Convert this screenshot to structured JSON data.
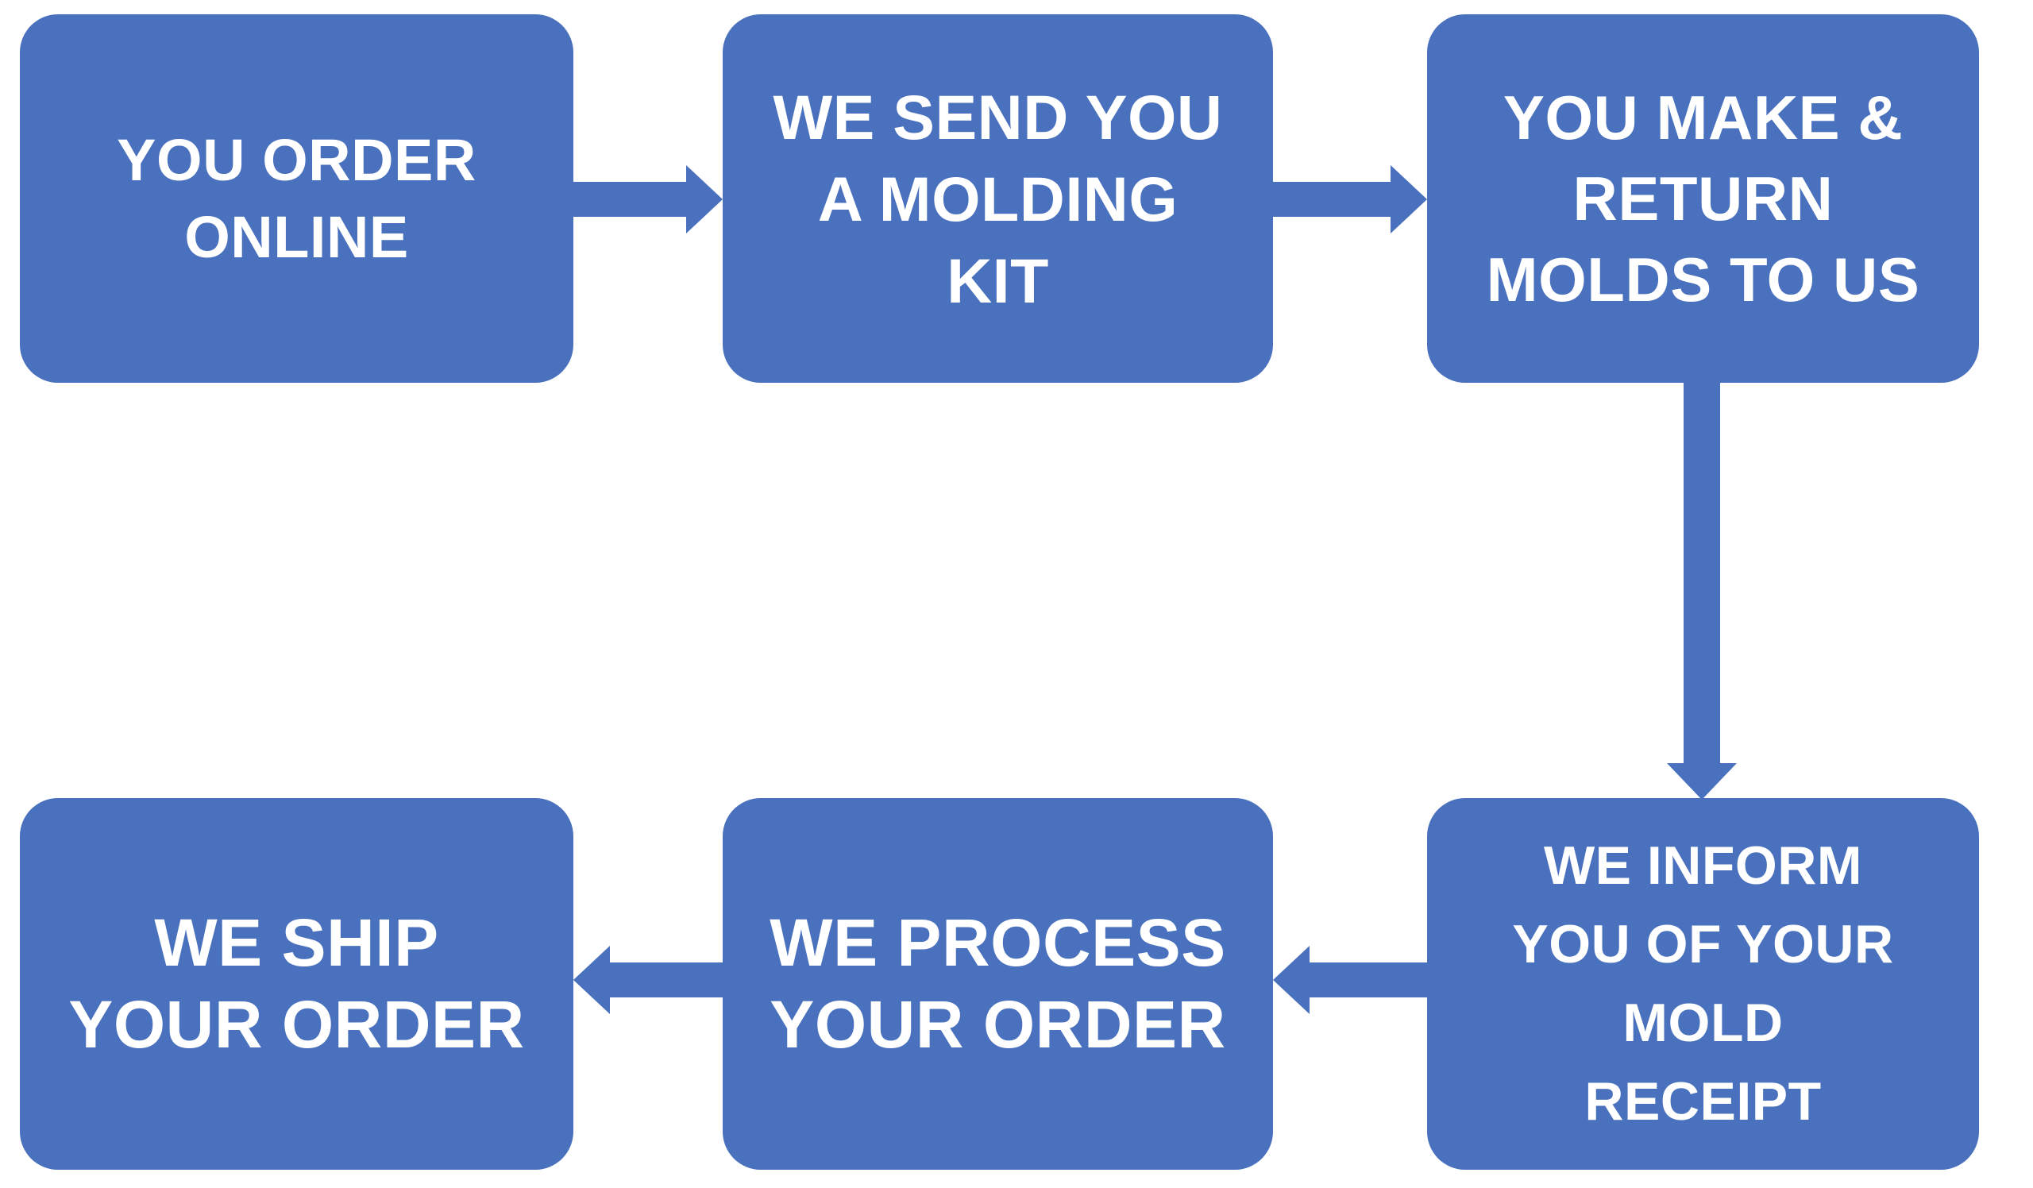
{
  "flowchart": {
    "colors": {
      "node_fill": "#4a71be",
      "node_text": "#ffffff",
      "arrow": "#4a71be",
      "background": "#ffffff"
    },
    "steps": [
      {
        "order": 1,
        "id": "you-order-online",
        "text": "YOU ORDER\nONLINE"
      },
      {
        "order": 2,
        "id": "we-send-you-a-molding-kit",
        "text": "WE SEND YOU\nA MOLDING\nKIT"
      },
      {
        "order": 3,
        "id": "you-make-and-return-molds-to-us",
        "text": "YOU MAKE &\nRETURN\nMOLDS TO US"
      },
      {
        "order": 4,
        "id": "we-inform-you-of-your-mold-receipt",
        "text": "WE INFORM\nYOU OF YOUR\nMOLD\nRECEIPT"
      },
      {
        "order": 5,
        "id": "we-process-your-order",
        "text": "WE PROCESS\nYOUR ORDER"
      },
      {
        "order": 6,
        "id": "we-ship-your-order",
        "text": "WE SHIP\nYOUR ORDER"
      }
    ],
    "connections": [
      {
        "from": 1,
        "to": 2,
        "direction": "right"
      },
      {
        "from": 2,
        "to": 3,
        "direction": "right"
      },
      {
        "from": 3,
        "to": 4,
        "direction": "down"
      },
      {
        "from": 4,
        "to": 5,
        "direction": "left"
      },
      {
        "from": 5,
        "to": 6,
        "direction": "left"
      }
    ]
  }
}
